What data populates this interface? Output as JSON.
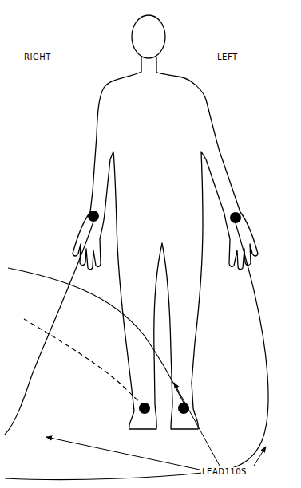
{
  "diagram": {
    "labels": [
      "RIGHT",
      "LEFT",
      "LEAD110S"
    ]
  }
}
